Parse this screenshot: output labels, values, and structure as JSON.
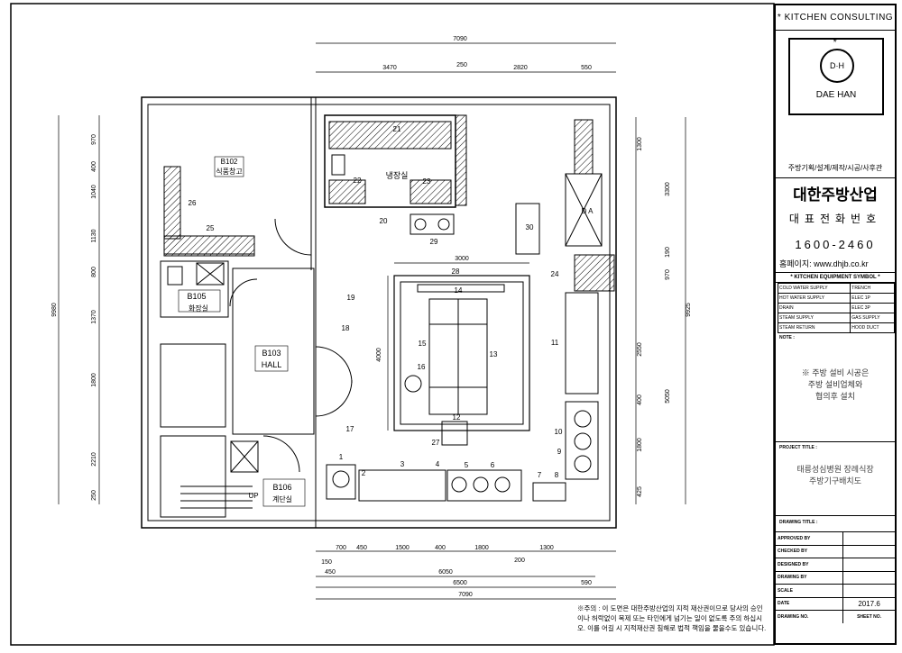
{
  "title_block": {
    "header": "* KITCHEN CONSULTING *",
    "logo_mark": "D·H",
    "logo_name": "DAE HAN",
    "services": "주방기획/설계/제작/시공/사후관",
    "company": "대한주방산업",
    "tel_label": "대표전화번호",
    "tel": "1600-2460",
    "website": "홈페이지: www.dhjb.co.kr",
    "symbol_title": "* KITCHEN EQUIPMENT SYMBOL *",
    "symbols": [
      [
        "COLD WATER SUPPLY",
        "TRENCH"
      ],
      [
        "HOT WATER SUPPLY",
        "ELEC 1P"
      ],
      [
        "DRAIN",
        "ELEC 3P"
      ],
      [
        "STEAM SUPPLY",
        "GAS SUPPLY"
      ],
      [
        "STEAM RETURN",
        "HOOD DUCT"
      ]
    ],
    "note_label": "NOTE :",
    "note_text_1": "※ 주방 설비 시공은",
    "note_text_2": "주방 설비업체와",
    "note_text_3": "협의후 설치",
    "project_label": "PROJECT TITLE :",
    "project_1": "태릉성심병원 장례식장",
    "project_2": "주방기구배치도",
    "drawing_label": "DRAWING TITLE :",
    "info": [
      [
        "APPROVED BY",
        ""
      ],
      [
        "CHECKED BY",
        ""
      ],
      [
        "DESIGNED BY",
        ""
      ],
      [
        "DRAWING BY",
        ""
      ],
      [
        "SCALE",
        ""
      ],
      [
        "DATE",
        "2017.6"
      ],
      [
        "DRAWING NO.",
        "SHEET NO."
      ]
    ]
  },
  "rooms": {
    "b102_code": "B102",
    "b102_name": "식품창고",
    "cold_room": "냉장실",
    "b105_code": "B105",
    "b105_name": "화장실",
    "b103_code": "B103",
    "b103_name": "HALL",
    "b106_code": "B106",
    "b106_name": "계단실",
    "up_label": "UP",
    "da_label": "D A"
  },
  "dims": {
    "top_total": "7090",
    "top_1": "3470",
    "top_2": "250",
    "top_3": "2820",
    "top_4": "550",
    "island_w": "3000",
    "island_h": "4000",
    "bottom_1": "700",
    "bottom_2": "450",
    "bottom_3": "1500",
    "bottom_4": "400",
    "bottom_5": "1800",
    "bottom_6": "200",
    "bottom_7": "1300",
    "bottom_150": "150",
    "bottom_450": "450",
    "bottom_6050": "6050",
    "bottom_6500": "6500",
    "bottom_590": "590",
    "bottom_7090": "7090",
    "left_total": "9980",
    "left": [
      "970",
      "400",
      "1040",
      "1130",
      "800",
      "1370",
      "1800",
      "2210",
      "250"
    ],
    "right_total": "9925",
    "right_a": [
      "1300",
      "3300",
      "190",
      "970",
      "2550",
      "400",
      "1800",
      "425"
    ],
    "right_5050": "5050"
  },
  "equipment_numbers": [
    "1",
    "2",
    "3",
    "4",
    "5",
    "6",
    "7",
    "8",
    "9",
    "10",
    "11",
    "12",
    "13",
    "14",
    "15",
    "16",
    "17",
    "18",
    "19",
    "20",
    "21",
    "22",
    "23",
    "24",
    "25",
    "26",
    "27",
    "28",
    "29",
    "30"
  ],
  "footer_note": "※주의 : 이 도면은 대한주방산업의 지적 재산권이므로 당사의 승인이나 허락없이 복제 또는 타인에게 넘기는 일이 없도록 주의 하십시오. 이를 어길 시 지적재산권 침해로 법적 책임을 물을수도 있습니다."
}
